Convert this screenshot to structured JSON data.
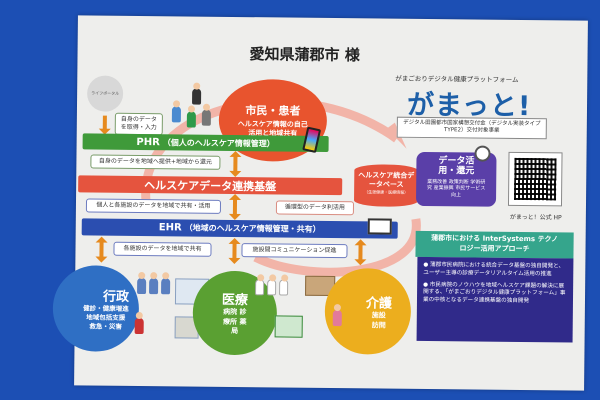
{
  "title": "愛知県蒲郡市 様",
  "portal_logo": "ライフポータル",
  "citizen": {
    "title": "市民・患者",
    "desc": "ヘルスケア情報の自己活用と地域共有"
  },
  "labels": {
    "acquire": "自身のデータを取得・入力",
    "provide": "自身のデータを地域へ提供+地域から還元",
    "share_personal": "個人と各施設のデータを地域で共有・活用",
    "circular": "循環型のデータ利活用",
    "facility_share": "各施設のデータを地域で共有",
    "communication": "施設間コミュニケーション促進"
  },
  "phr": {
    "main": "PHR",
    "sub": "（個人のヘルスケア情報管理）"
  },
  "platform": "ヘルスケアデータ連携基盤",
  "ehr": {
    "main": "EHR",
    "sub": "（地域のヘルスケア情報管理・共有）"
  },
  "database": {
    "title": "ヘルスケア統合データベース",
    "sub": "（生涯健康・医療情報）"
  },
  "gyosei": {
    "title": "行政",
    "desc": "健診・健康増進 地域包括支援 救急・災害"
  },
  "iryo": {
    "title": "医療",
    "desc": "病院 診療所 薬局"
  },
  "kaigo": {
    "title": "介護",
    "desc": "施設 訪問"
  },
  "brand": {
    "tagline": "がまごおりデジタル健康プラットフォーム",
    "logo": "がまっと!",
    "grant": "デジタル田園都市国家構想交付金（デジタル実装タイプ TYPE2）交付対象事業"
  },
  "data_use": {
    "title": "データ活用・還元",
    "items": "業務改善 政策判断 学術研究 産業振興 市民サービス向上"
  },
  "qr_caption": "がまっと！公式 HP",
  "approach": {
    "header": "蒲郡市における InterSystems テクノロジー活用アプローチ",
    "bullets": [
      "蒲郡市民病院における統合データ基盤の独自開発と、ユーザー主導の診療データリアルタイム活用の推進",
      "市民病院のノウハウを地域ヘルスケア課題の解決に展開する、「がまごおりデジタル健康プラットフォーム」事業の中核となるデータ連携基盤の独自開発"
    ]
  },
  "colors": {
    "background": "#1c4fb4",
    "phr": "#3f9a3a",
    "platform": "#e5543e",
    "ehr": "#2b4eb0",
    "citizen": "#e8542e",
    "gyosei": "#2f6fc4",
    "iryo": "#5aa032",
    "kaigo": "#ecae1e",
    "data_use": "#5a3fa8",
    "approach_header": "#35a58c",
    "approach_body": "#302a8a"
  }
}
